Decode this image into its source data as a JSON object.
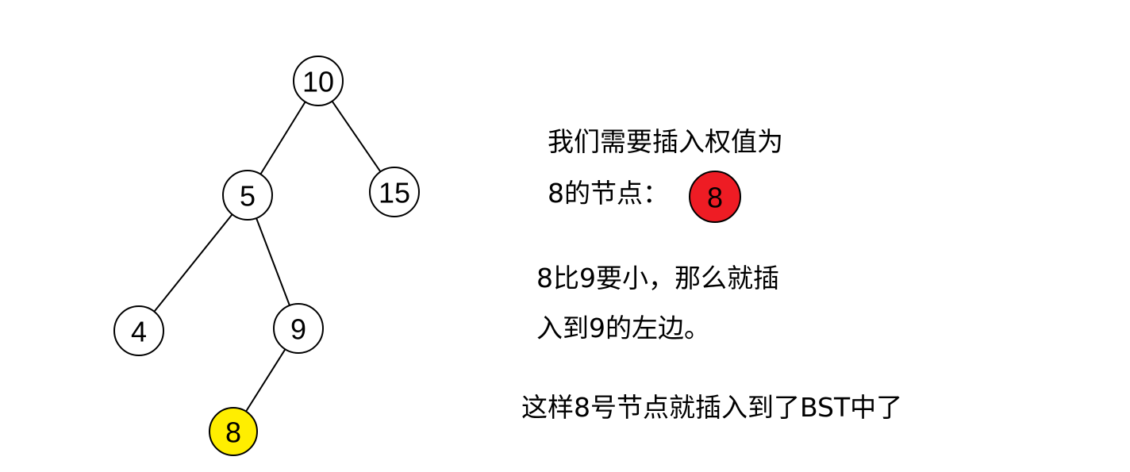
{
  "tree": {
    "nodes": [
      {
        "id": "n10",
        "label": "10",
        "fill": "#ffffff"
      },
      {
        "id": "n5",
        "label": "5",
        "fill": "#ffffff"
      },
      {
        "id": "n15",
        "label": "15",
        "fill": "#ffffff"
      },
      {
        "id": "n4",
        "label": "4",
        "fill": "#ffffff"
      },
      {
        "id": "n9",
        "label": "9",
        "fill": "#ffffff"
      },
      {
        "id": "n8",
        "label": "8",
        "fill": "#ffee00"
      }
    ],
    "edges": [
      {
        "from": "n10",
        "to": "n5"
      },
      {
        "from": "n10",
        "to": "n15"
      },
      {
        "from": "n5",
        "to": "n4"
      },
      {
        "from": "n5",
        "to": "n9"
      },
      {
        "from": "n9",
        "to": "n8"
      }
    ]
  },
  "new_node": {
    "label": "8",
    "fill": "#ee1c24"
  },
  "captions": {
    "line1": "我们需要插入权值为",
    "line2": "8的节点：",
    "line3": "8比9要小，那么就插",
    "line4": "入到9的左边。",
    "line5": "这样8号节点就插入到了BST中了"
  }
}
